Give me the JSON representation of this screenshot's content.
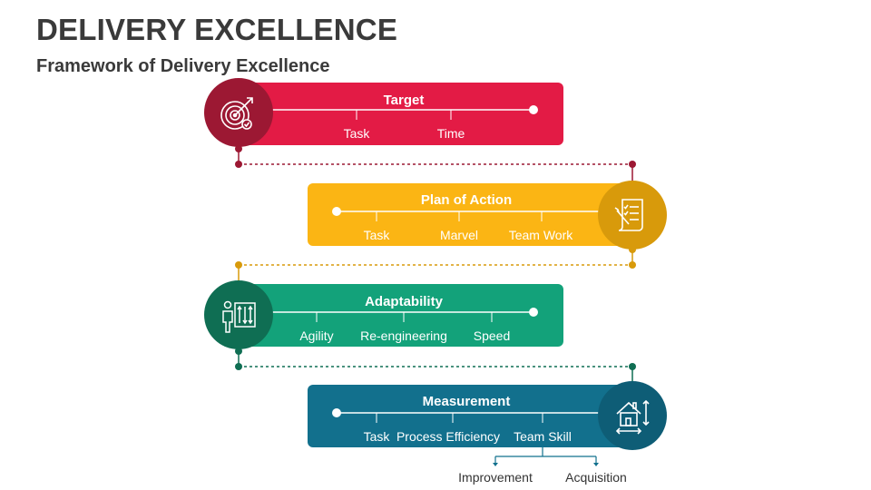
{
  "title": "DELIVERY EXCELLENCE",
  "subtitle": "Framework of Delivery Excellence",
  "colors": {
    "target_band": "#e31b45",
    "target_circle": "#9c1833",
    "plan_band": "#fbb514",
    "plan_circle": "#d89a0b",
    "adapt_band": "#13a27a",
    "adapt_circle": "#0f6e53",
    "measure_band": "#12708d",
    "measure_circle": "#0e5d76",
    "sub_arrow": "#12708d"
  },
  "stages": [
    {
      "title": "Target",
      "icon": "target-icon",
      "items": [
        "Task",
        "Time"
      ]
    },
    {
      "title": "Plan of Action",
      "icon": "checklist-icon",
      "items": [
        "Task",
        "Marvel",
        "Team Work"
      ]
    },
    {
      "title": "Adaptability",
      "icon": "adaptability-icon",
      "items": [
        "Agility",
        "Re-engineering",
        "Speed"
      ]
    },
    {
      "title": "Measurement",
      "icon": "measurement-icon",
      "items": [
        "Task",
        "Process Efficiency",
        "Team Skill"
      ]
    }
  ],
  "measurement_outcomes": [
    "Improvement",
    "Acquisition"
  ]
}
